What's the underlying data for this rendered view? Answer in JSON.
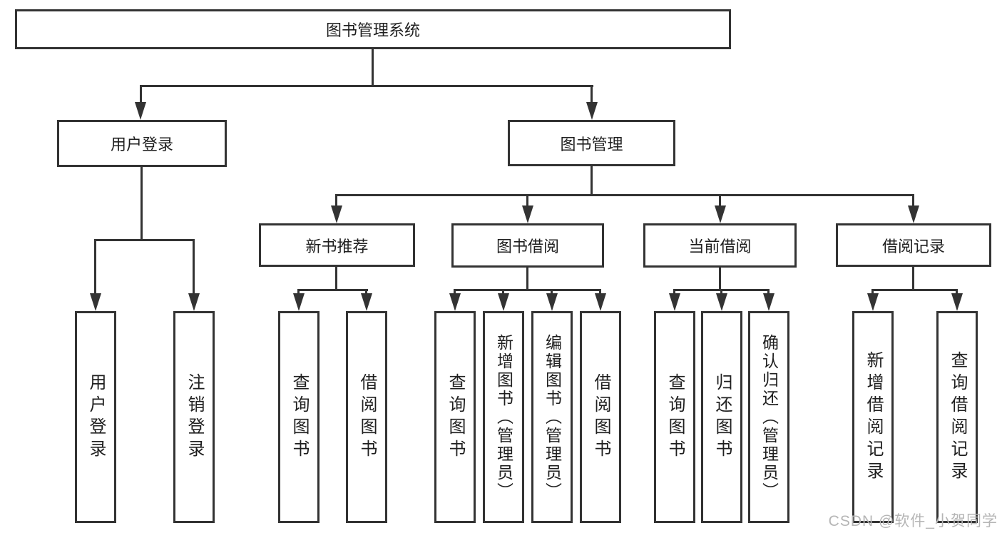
{
  "diagram": {
    "root": {
      "label": "图书管理系统"
    },
    "branches": [
      {
        "label": "用户登录",
        "children": [
          {
            "label": "用户登录"
          },
          {
            "label": "注销登录"
          }
        ]
      },
      {
        "label": "图书管理",
        "children": [
          {
            "label": "新书推荐",
            "children": [
              {
                "label": "查询图书"
              },
              {
                "label": "借阅图书"
              }
            ]
          },
          {
            "label": "图书借阅",
            "children": [
              {
                "label": "查询图书"
              },
              {
                "label": "新增图书（管理员）"
              },
              {
                "label": "编辑图书（管理员）"
              },
              {
                "label": "借阅图书"
              }
            ]
          },
          {
            "label": "当前借阅",
            "children": [
              {
                "label": "查询图书"
              },
              {
                "label": "归还图书"
              },
              {
                "label": "确认归还（管理员）"
              }
            ]
          },
          {
            "label": "借阅记录",
            "children": [
              {
                "label": "新增借阅记录"
              },
              {
                "label": "查询借阅记录"
              }
            ]
          }
        ]
      }
    ],
    "watermark": "CSDN @软件_小贺同学",
    "colors": {
      "line": "#333333",
      "text": "#1f1f1f",
      "background": "#ffffff",
      "watermark": "#b5b5b5"
    }
  }
}
